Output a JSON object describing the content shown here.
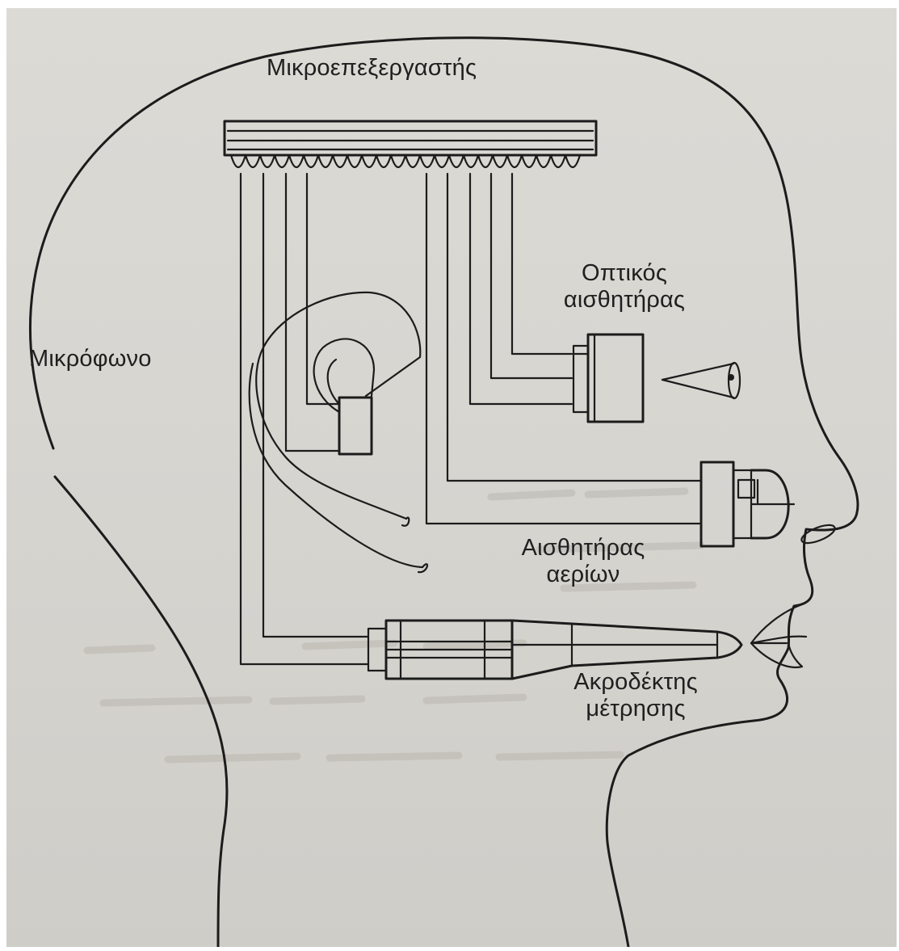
{
  "diagram": {
    "labels": {
      "microprocessor": "Μικροεπεξεργαστής",
      "optical_sensor_line1": "Οπτικός",
      "optical_sensor_line2": "αισθητήρας",
      "microphone": "Μικρόφωνο",
      "gas_sensor_line1": "Αισθητήρας",
      "gas_sensor_line2": "αερίων",
      "probe_line1": "Ακροδέκτης",
      "probe_line2": "μέτρησης"
    },
    "colors": {
      "ink": "#1c1c1c",
      "paper": "#d8d6d1"
    }
  }
}
